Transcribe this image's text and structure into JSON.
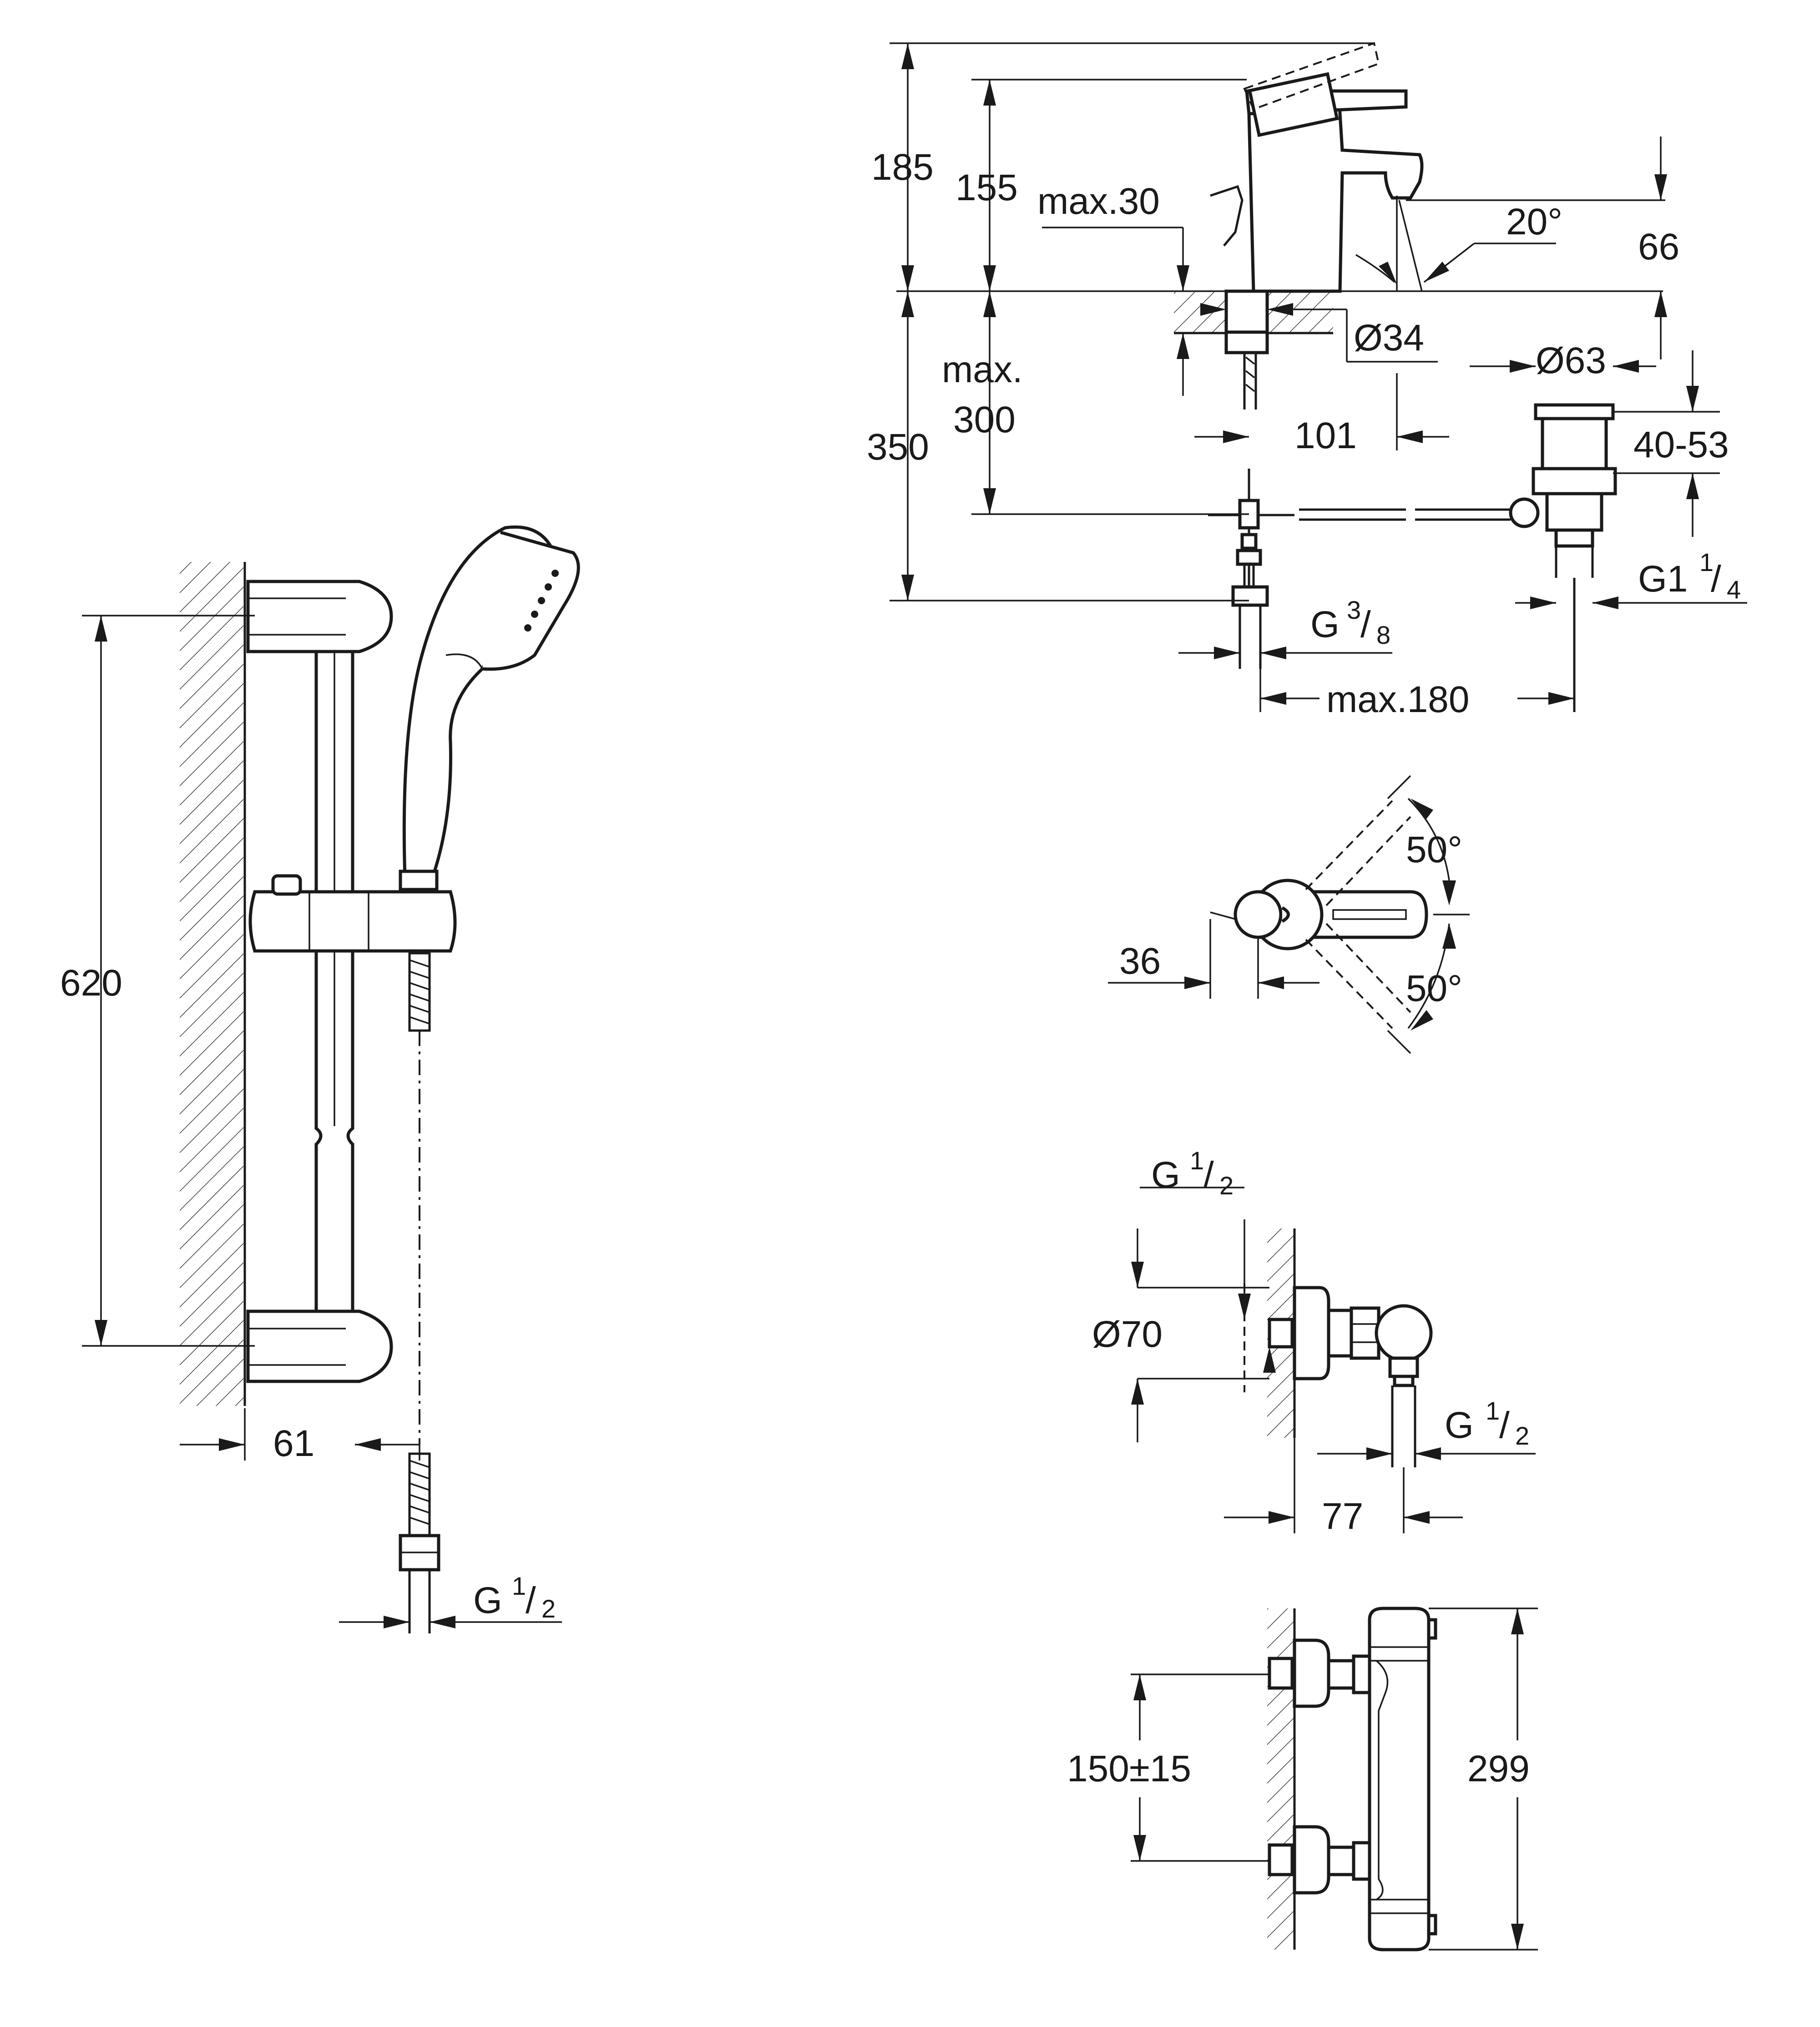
{
  "drawing": {
    "shower_rail": {
      "height_label": "620",
      "offset_label": "61",
      "hose_thread_g": "G",
      "hose_thread_num": "1",
      "hose_thread_den": "2"
    },
    "basin_mixer": {
      "height_max_label": "185",
      "height_label": "155",
      "deck_max_label": "max.30",
      "angle_label": "20°",
      "spout_height_label": "66",
      "hole_diameter_label": "Ø34",
      "waste_diameter_label": "Ø63",
      "reach_label": "101",
      "waste_range_label": "40-53",
      "depth_max_label": "max.",
      "depth_max_value": "300",
      "depth_label": "350",
      "waste_thread_g": "G1",
      "waste_thread_num": "1",
      "waste_thread_den": "4",
      "supply_thread_g": "G",
      "supply_thread_num": "3",
      "supply_thread_den": "8",
      "spacing_max_label": "max.180"
    },
    "lever_top_view": {
      "angle_upper_label": "50°",
      "angle_lower_label": "50°",
      "offset_label": "36"
    },
    "shower_mixer_side": {
      "inlet_thread_g": "G",
      "inlet_thread_num": "1",
      "inlet_thread_den": "2",
      "flange_diameter_label": "Ø70",
      "outlet_thread_g": "G",
      "outlet_thread_num": "1",
      "outlet_thread_den": "2",
      "projection_label": "77"
    },
    "thermostat_front": {
      "centres_label": "150±15",
      "height_label": "299"
    }
  }
}
